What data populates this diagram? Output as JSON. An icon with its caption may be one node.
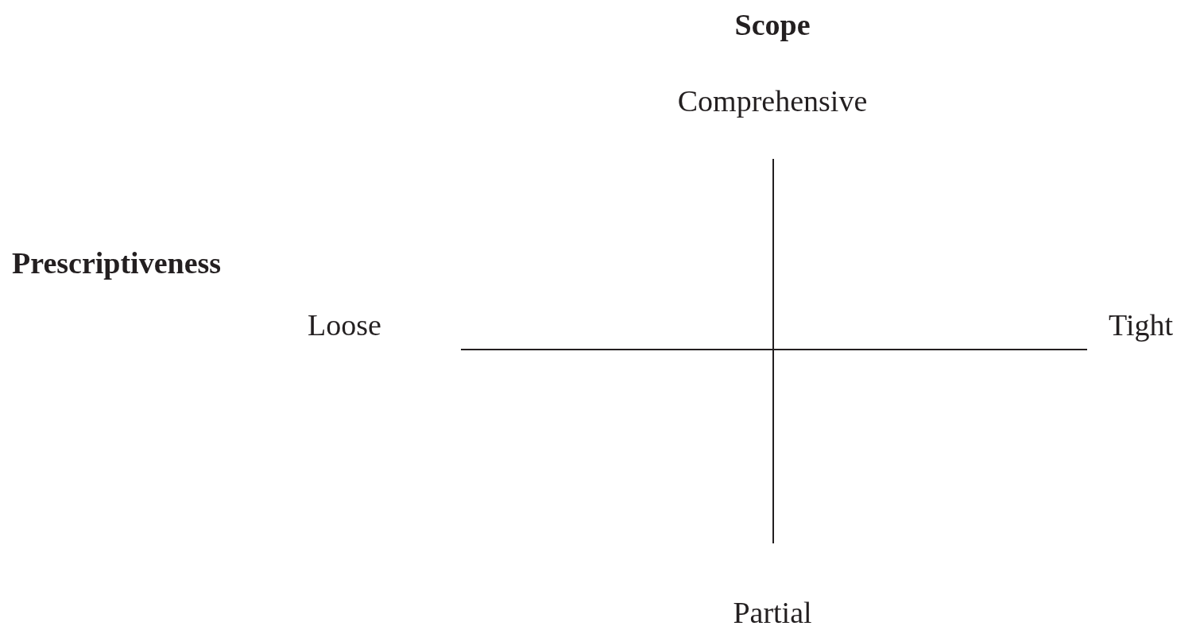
{
  "diagram": {
    "labels": [
      "Scope",
      "Comprehensive",
      "Prescriptiveness",
      "Loose",
      "Tight",
      "Partial"
    ]
  }
}
